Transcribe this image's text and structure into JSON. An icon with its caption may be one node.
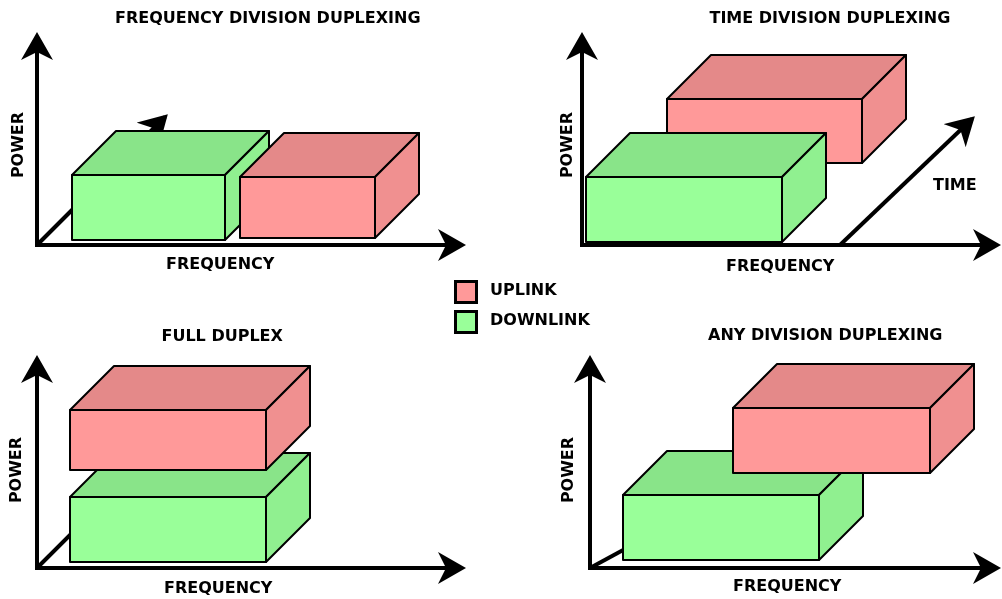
{
  "diagram": {
    "labels": [
      "FREQUENCY DIVISION DUPLEXING",
      "POWER",
      "FREQUENCY",
      "TIME DIVISION DUPLEXING",
      "POWER",
      "TIME",
      "FREQUENCY",
      "FULL DUPLEX",
      "POWER",
      "FREQUENCY",
      "ANY DIVISION DUPLEXING",
      "POWER",
      "FREQUENCY"
    ],
    "legend": [
      {
        "text": "UPLINK",
        "color": "#ff9999"
      },
      {
        "text": "DOWNLINK",
        "color": "#99ff99"
      }
    ]
  }
}
